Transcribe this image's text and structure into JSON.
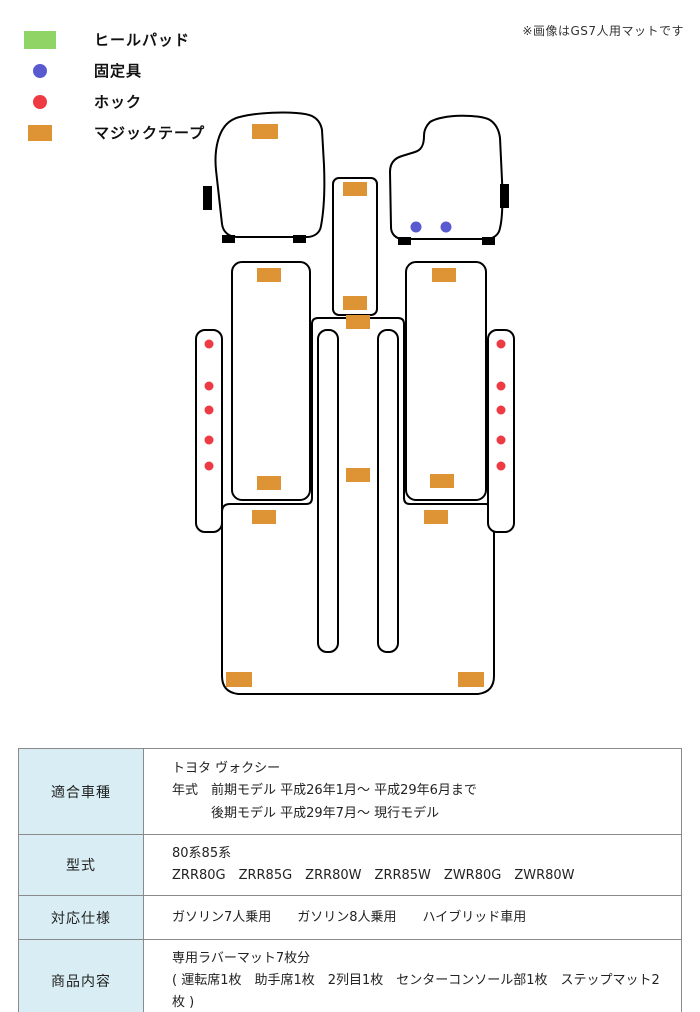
{
  "note": "※画像はGS7人用マットです",
  "colors": {
    "heel_pad": "#8fd464",
    "fixing": "#5a5ad0",
    "hook": "#ee3b43",
    "velcro": "#de9334",
    "outline": "#000000",
    "table_header_bg": "#d8eef4"
  },
  "legend": {
    "items": [
      {
        "label": "ヒールパッド"
      },
      {
        "label": "固定具"
      },
      {
        "label": "ホック"
      },
      {
        "label": "マジックテープ"
      }
    ]
  },
  "table": {
    "rows": [
      {
        "header": "適合車種",
        "lines": [
          "トヨタ ヴォクシー",
          "年式　前期モデル 平成26年1月～ 平成29年6月まで",
          "　　　後期モデル 平成29年7月～ 現行モデル"
        ]
      },
      {
        "header": "型式",
        "lines": [
          "80系85系",
          "ZRR80G　ZRR85G　ZRR80W　ZRR85W　ZWR80G　ZWR80W"
        ]
      },
      {
        "header": "対応仕様",
        "lines": [
          "ガソリン7人乗用　　ガソリン8人乗用　　ハイブリッド車用"
        ]
      },
      {
        "header": "商品内容",
        "lines": [
          "専用ラバーマット7枚分",
          "( 運転席1枚　助手席1枚　2列目1枚　センターコンソール部1枚　ステップマット2枚 )"
        ]
      }
    ]
  }
}
